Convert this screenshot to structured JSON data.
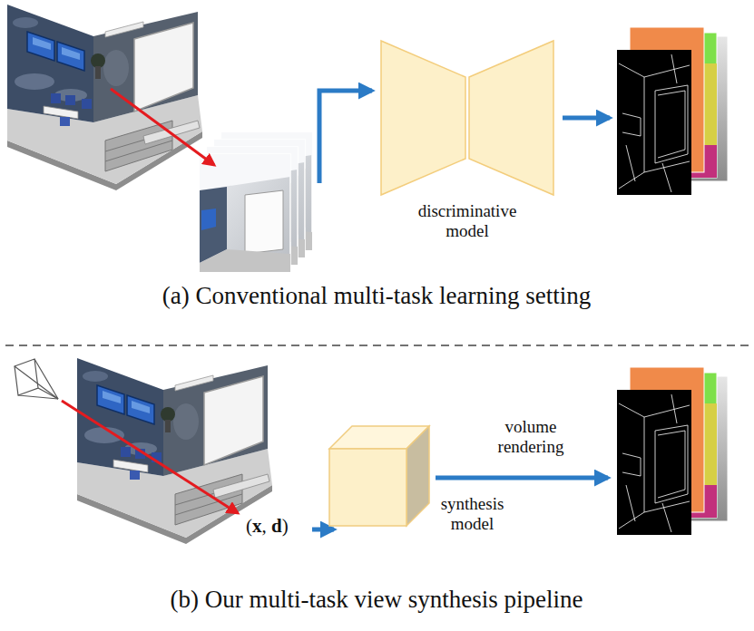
{
  "diagram": {
    "nodes": [
      {
        "text": [
          "discriminative model"
        ]
      },
      {
        "text": [
          "synthesis model"
        ]
      }
    ],
    "labels": [
      "(a) Conventional multi-task learning setting",
      "(x, d)",
      "volume rendering",
      "(b) Our multi-task view synthesis pipeline"
    ]
  }
}
